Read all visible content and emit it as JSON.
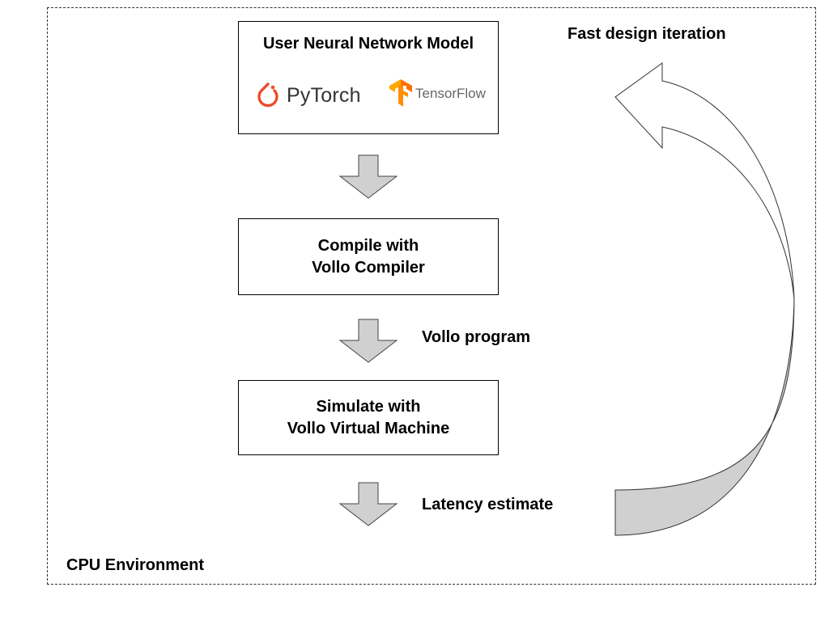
{
  "environment": {
    "label": "CPU Environment"
  },
  "model_box": {
    "title": "User Neural Network Model",
    "logos": {
      "pytorch": "PyTorch",
      "tensorflow": "TensorFlow"
    }
  },
  "compile_box": {
    "line1": "Compile with",
    "line2": "Vollo Compiler"
  },
  "simulate_box": {
    "line1": "Simulate with",
    "line2": "Vollo Virtual Machine"
  },
  "arrow_labels": {
    "program": "Vollo program",
    "latency": "Latency estimate"
  },
  "feedback": {
    "label": "Fast design iteration"
  },
  "colors": {
    "arrow_fill": "#d0d0d0",
    "pytorch_orange": "#ee4c2c",
    "tensorflow_orange": "#ff8f00"
  },
  "icons": {
    "pytorch": "pytorch-logo-icon",
    "tensorflow": "tensorflow-logo-icon",
    "down_arrow": "down-arrow-icon",
    "curved_arrow": "curved-feedback-arrow-icon"
  }
}
